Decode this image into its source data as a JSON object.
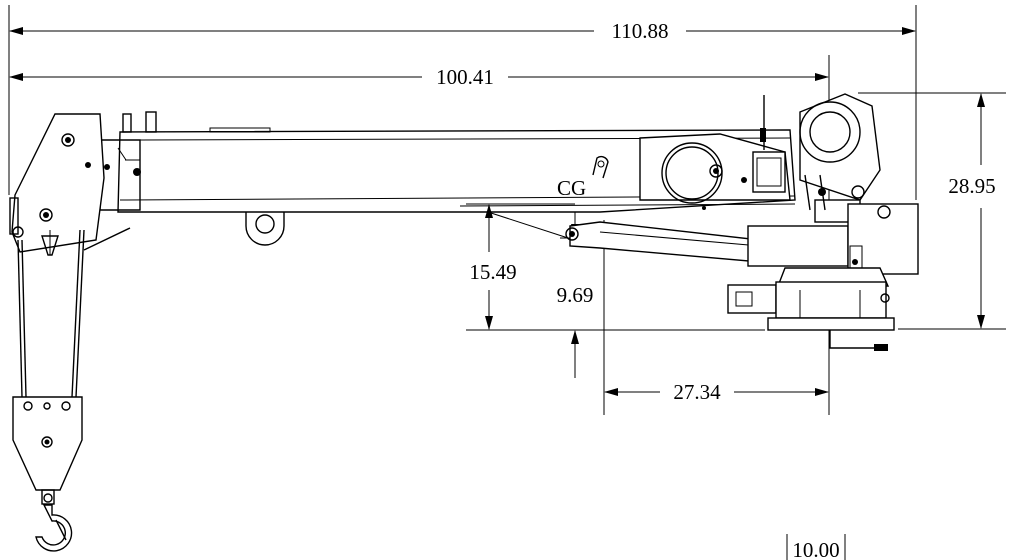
{
  "dimensions": {
    "overall_length": "110.88",
    "boom_length": "100.41",
    "height": "28.95",
    "boom_rest_height": "15.49",
    "cg_height": "9.69",
    "cg_offset": "27.34",
    "base_width": "10.00"
  },
  "labels": {
    "center_of_gravity": "CG"
  }
}
